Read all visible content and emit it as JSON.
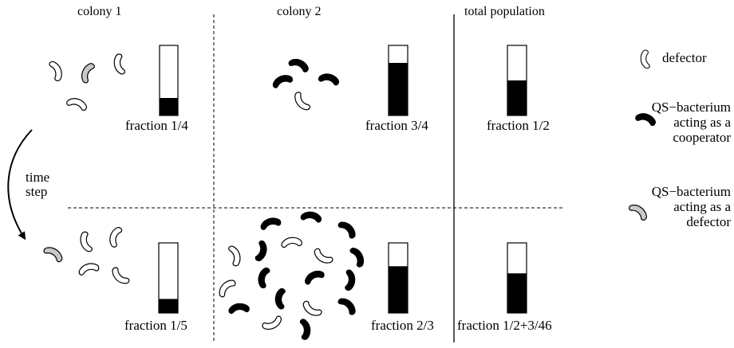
{
  "headers": {
    "colony1": "colony 1",
    "colony2": "colony 2",
    "total": "total population"
  },
  "time_label": [
    "time",
    "step"
  ],
  "fractions": {
    "top_colony1": {
      "label": "fraction 1/4",
      "value": 0.25
    },
    "top_colony2": {
      "label": "fraction 3/4",
      "value": 0.75
    },
    "top_total": {
      "label": "fraction 1/2",
      "value": 0.5
    },
    "bottom_colony1": {
      "label": "fraction 1/5",
      "value": 0.2
    },
    "bottom_colony2": {
      "label": "fraction 2/3",
      "value": 0.6667
    },
    "bottom_total": {
      "label": "fraction 1/2+3/46",
      "value": 0.5652
    }
  },
  "legend": {
    "defector": "defector",
    "cooperator": [
      "QS−bacterium",
      "acting as a",
      "cooperator"
    ],
    "qs_defector": [
      "QS−bacterium",
      "acting as a",
      "defector"
    ]
  },
  "colors": {
    "defector_fill": "#ffffff",
    "cooperator_fill": "#000000",
    "qs_defector_fill": "#c8c8c8",
    "stroke": "#000000"
  }
}
